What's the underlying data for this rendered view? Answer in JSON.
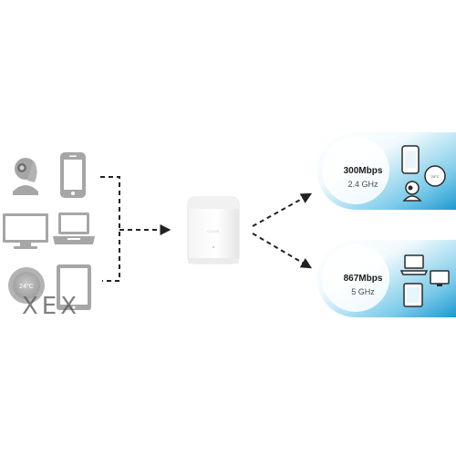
{
  "router": {
    "brand_text": "COVR"
  },
  "bands": [
    {
      "speed": "300Mbps",
      "band": "2.4 GHz"
    },
    {
      "speed": "867Mbps",
      "band": "5 GHz"
    }
  ],
  "thermostat": {
    "temp_large": "24°C",
    "temp_small": "24°C"
  },
  "watermark": {
    "text": "XEX"
  },
  "colors": {
    "device_gray": "#a6a6a6",
    "device_dark": "#8c8c8c",
    "panel_blue_top": "#ffffff",
    "panel_blue_bottom": "#29a3d8",
    "arrow": "#222222"
  },
  "icons": {
    "left_devices": [
      "webcam-icon",
      "smartphone-icon",
      "monitor-icon",
      "laptop-icon",
      "thermostat-icon",
      "tablet-icon"
    ],
    "top_panel_devices": [
      "smartphone-icon",
      "thermostat-icon",
      "webcam-icon"
    ],
    "bottom_panel_devices": [
      "laptop-icon",
      "monitor-icon",
      "tablet-icon"
    ]
  }
}
